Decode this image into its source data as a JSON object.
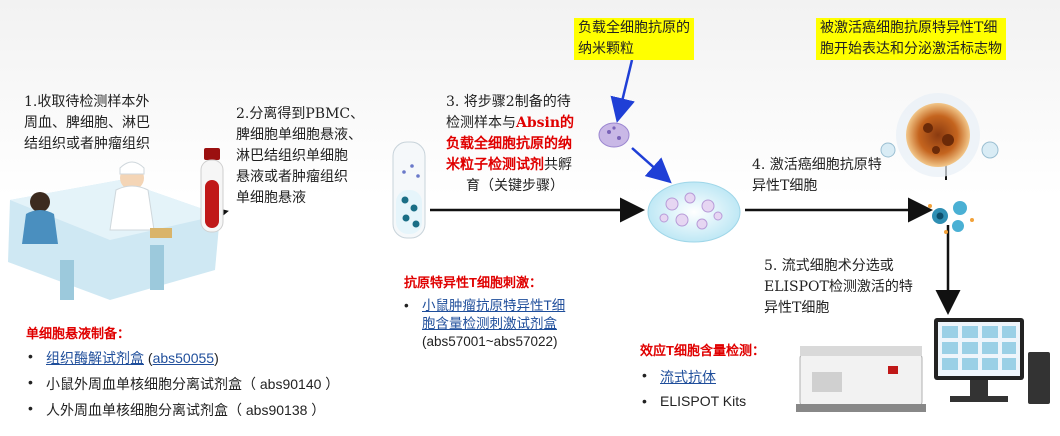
{
  "steps": {
    "step1": [
      "1.收取待检测样本外",
      "周血、脾细胞、淋巴",
      "结组织或者肿瘤组织"
    ],
    "step2": [
      "2.分离得到PBMC、",
      "脾细胞单细胞悬液、",
      "淋巴结组织单细胞",
      "悬液或者肿瘤组织",
      "单细胞悬液"
    ],
    "step3": {
      "line1": "3. 将步骤2制备的待",
      "line2_pre": "检测样本与",
      "line2_brand": "Absin的",
      "line3": "负载全细胞抗原的纳",
      "line4_red": "米粒子检测试剂",
      "line4_post": "共孵",
      "line5": "育（关键步骤）"
    },
    "step4": [
      "4. 激活癌细胞抗原特",
      "异性T细胞"
    ],
    "step5": [
      "5. 流式细胞术分选或",
      "ELISPOT检测激活的特",
      "异性T细胞"
    ]
  },
  "callouts": {
    "nanoparticle": [
      "负载全细胞抗原的",
      "纳米颗粒"
    ],
    "activated": [
      "被激活癌细胞抗原特异性T细",
      "胞开始表达和分泌激活标志物"
    ]
  },
  "sections": {
    "single_cell": {
      "title": "单细胞悬液制备：",
      "items": [
        {
          "link": "组织酶解试剂盒",
          "suffix": " (abs50055)",
          "suffix_link": "abs50055"
        },
        {
          "text": "小鼠外周血单核细胞分离试剂盒（ abs90140 ）"
        },
        {
          "text": "人外周血单核细胞分离试剂盒（ abs90138 ）"
        }
      ]
    },
    "stimulation": {
      "title": "抗原特异性T细胞刺激：",
      "link_lines": [
        "小鼠肿瘤抗原特异性T细",
        "胞含量检测刺激试剂盒"
      ],
      "suffix": "(abs57001~abs57022)"
    },
    "detection": {
      "title": "效应T细胞含量检测：",
      "items": [
        {
          "link": "流式抗体"
        },
        {
          "text": "ELISPOT Kits"
        }
      ]
    }
  },
  "colors": {
    "accent_red": "#e00000",
    "link_blue": "#1f4e9b",
    "highlight": "#ffff00",
    "arrow": "#111111",
    "arrow_blue": "#1f3fd6"
  }
}
